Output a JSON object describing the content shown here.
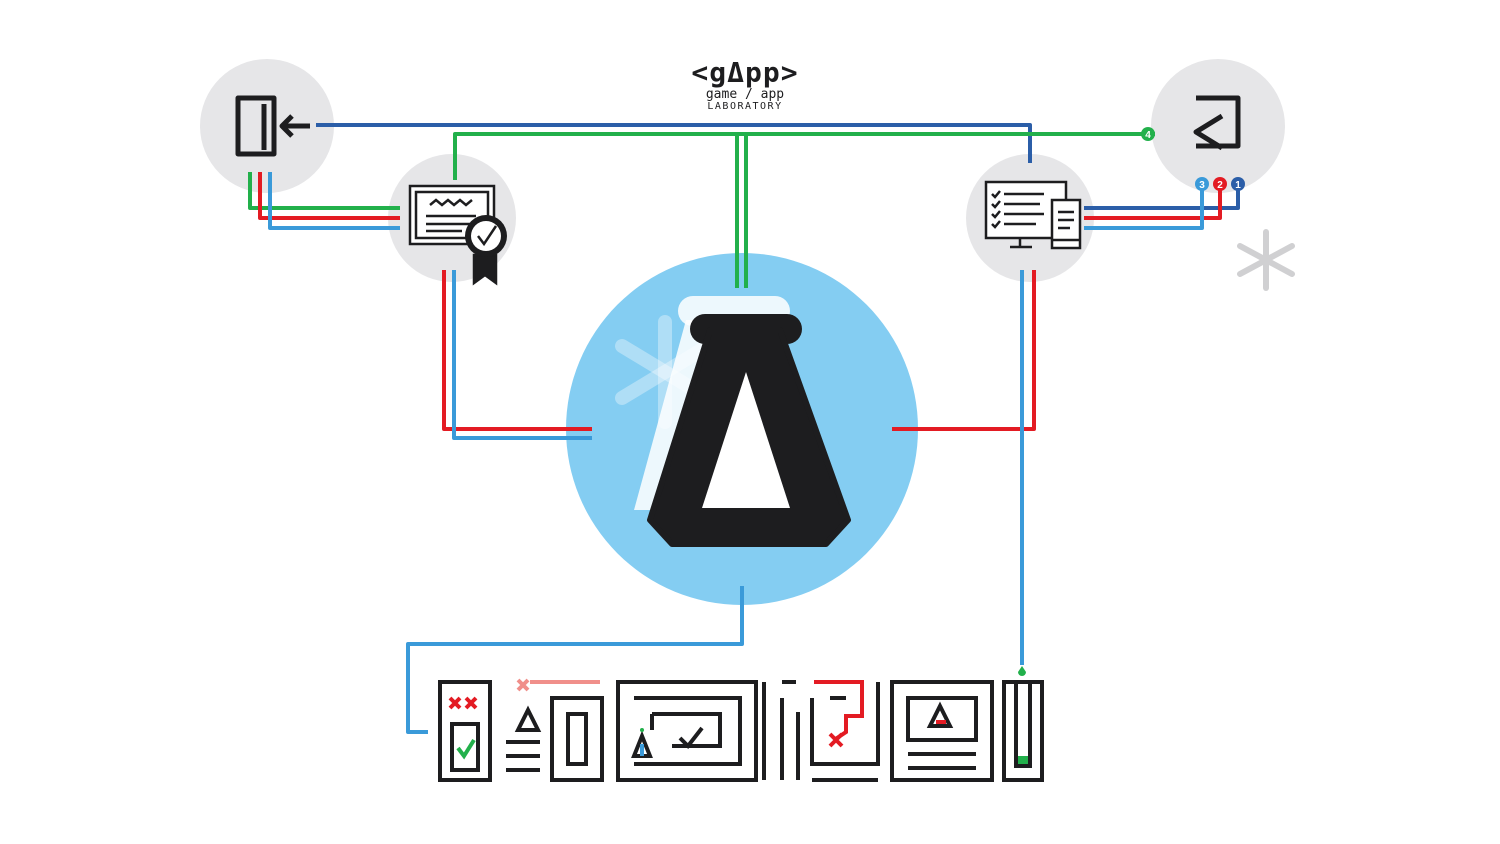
{
  "brand": {
    "logo": "<gΔpp>",
    "subtitle": "game / app",
    "label": "LABORATORY"
  },
  "colors": {
    "green": "#22b04b",
    "red": "#e31b23",
    "light_blue": "#3a9ad9",
    "dark_blue": "#2b5ea8",
    "node_bg": "#e6e6e8",
    "hub_bg": "#84cdf2",
    "ink": "#1d1d1f"
  },
  "nodes": [
    {
      "id": "login",
      "icon": "login-door-icon"
    },
    {
      "id": "certificate",
      "icon": "certificate-ribbon-icon"
    },
    {
      "id": "hub",
      "icon": "lab-flask-delta-icon"
    },
    {
      "id": "devices",
      "icon": "desktop-and-mobile-checklist-icon"
    },
    {
      "id": "exit",
      "icon": "return-arrow-icon"
    }
  ],
  "badges": [
    {
      "label": "4",
      "color": "green"
    },
    {
      "label": "3",
      "color": "light_blue"
    },
    {
      "label": "2",
      "color": "red"
    },
    {
      "label": "1",
      "color": "dark_blue"
    }
  ],
  "decorations": [
    "asterisk-icon"
  ],
  "bottom_screens": [
    "login-screen-icon",
    "menu-screen-icon",
    "maze-screen-icon",
    "maze-fail-screen-icon",
    "tablet-screen-icon",
    "progress-screen-icon"
  ]
}
